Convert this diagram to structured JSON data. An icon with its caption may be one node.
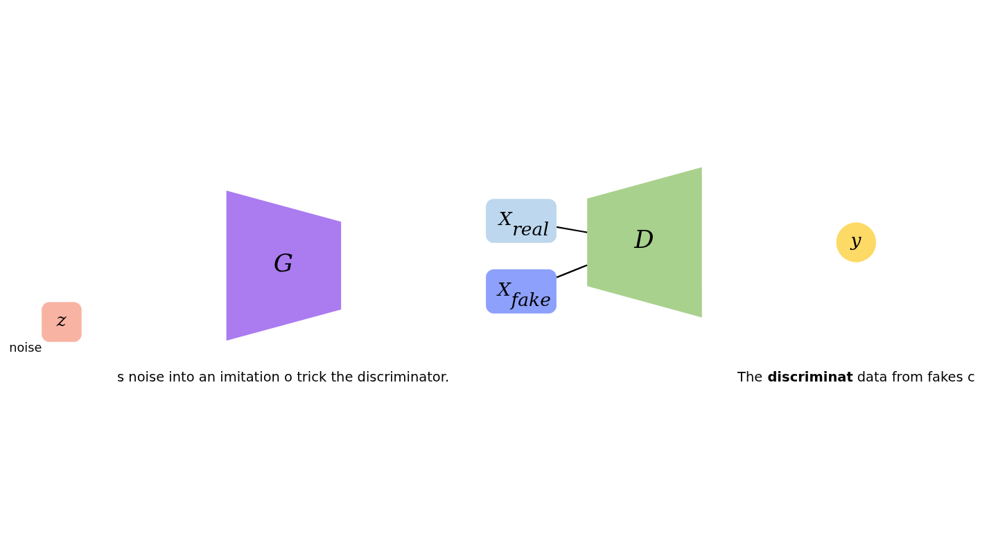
{
  "diagram": {
    "nodes": [
      {
        "text": [
          "z"
        ],
        "beside": [
          "noise"
        ]
      },
      {
        "text": [
          "G"
        ]
      },
      {
        "text": [
          "X$_{real}$"
        ]
      },
      {
        "text": [
          "X$_{fake}$"
        ]
      },
      {
        "text": [
          "D"
        ]
      },
      {
        "text": [
          "y"
        ]
      }
    ],
    "edges": [
      {
        "from": 2,
        "to": 4,
        "arrow": "none"
      },
      {
        "from": 3,
        "to": 4,
        "arrow": "none"
      }
    ],
    "labels": [
      "s noise into an imitation o trick the discriminator.",
      "The **discriminat** data from fakes c"
    ]
  }
}
